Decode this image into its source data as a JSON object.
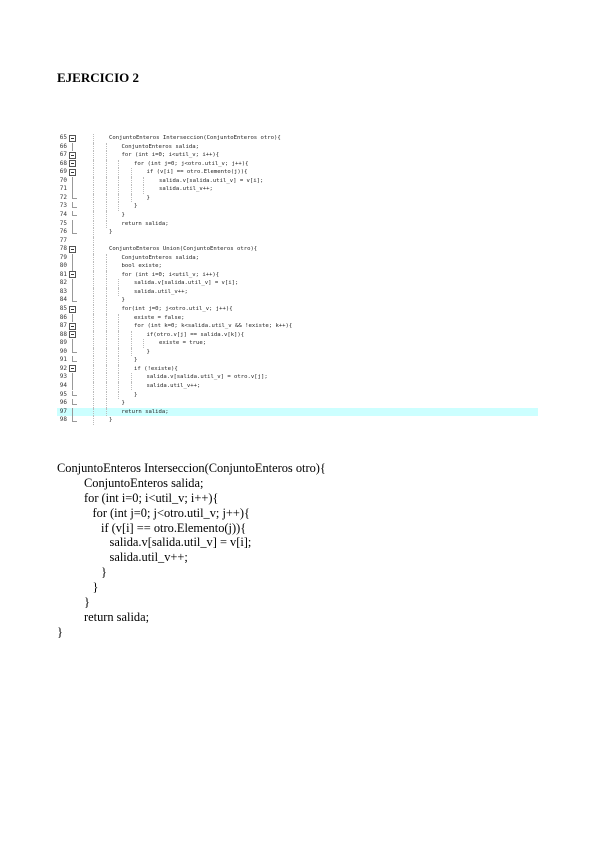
{
  "heading": "EJERCICIO 2",
  "screenshot_lines": [
    {
      "num": "65",
      "fold": "start",
      "indent": 1,
      "text": "ConjuntoEnteros Interseccion(ConjuntoEnteros otro){"
    },
    {
      "num": "66",
      "fold": "line",
      "indent": 2,
      "text": "ConjuntoEnteros salida;"
    },
    {
      "num": "67",
      "fold": "start",
      "indent": 2,
      "text": "for (int i=0; i<util_v; i++){"
    },
    {
      "num": "68",
      "fold": "start",
      "indent": 3,
      "text": "for (int j=0; j<otro.util_v; j++){"
    },
    {
      "num": "69",
      "fold": "start",
      "indent": 4,
      "text": "if (v[i] == otro.Elemento(j)){"
    },
    {
      "num": "70",
      "fold": "line",
      "indent": 5,
      "text": "salida.v[salida.util_v] = v[i];"
    },
    {
      "num": "71",
      "fold": "line",
      "indent": 5,
      "text": "salida.util_v++;"
    },
    {
      "num": "72",
      "fold": "end",
      "indent": 4,
      "text": "}"
    },
    {
      "num": "73",
      "fold": "end",
      "indent": 3,
      "text": "}"
    },
    {
      "num": "74",
      "fold": "end",
      "indent": 2,
      "text": "}"
    },
    {
      "num": "75",
      "fold": "line",
      "indent": 2,
      "text": "return salida;"
    },
    {
      "num": "76",
      "fold": "end",
      "indent": 1,
      "text": "}"
    },
    {
      "num": "77",
      "fold": "none",
      "indent": 1,
      "text": ""
    },
    {
      "num": "78",
      "fold": "start",
      "indent": 1,
      "text": "ConjuntoEnteros Union(ConjuntoEnteros otro){"
    },
    {
      "num": "79",
      "fold": "line",
      "indent": 2,
      "text": "ConjuntoEnteros salida;"
    },
    {
      "num": "80",
      "fold": "line",
      "indent": 2,
      "text": "bool existe;"
    },
    {
      "num": "81",
      "fold": "start",
      "indent": 2,
      "text": "for (int i=0; i<util_v; i++){"
    },
    {
      "num": "82",
      "fold": "line",
      "indent": 3,
      "text": "salida.v[salida.util_v] = v[i];"
    },
    {
      "num": "83",
      "fold": "line",
      "indent": 3,
      "text": "salida.util_v++;"
    },
    {
      "num": "84",
      "fold": "end",
      "indent": 2,
      "text": "}"
    },
    {
      "num": "85",
      "fold": "start",
      "indent": 2,
      "text": "for(int j=0; j<otro.util_v; j++){"
    },
    {
      "num": "86",
      "fold": "line",
      "indent": 3,
      "text": "existe = false;"
    },
    {
      "num": "87",
      "fold": "start",
      "indent": 3,
      "text": "for (int k=0; k<salida.util_v && !existe; k++){"
    },
    {
      "num": "88",
      "fold": "start",
      "indent": 4,
      "text": "if(otro.v[j] == salida.v[k]){"
    },
    {
      "num": "89",
      "fold": "line",
      "indent": 5,
      "text": "existe = true;"
    },
    {
      "num": "90",
      "fold": "end",
      "indent": 4,
      "text": "}"
    },
    {
      "num": "91",
      "fold": "end",
      "indent": 3,
      "text": "}"
    },
    {
      "num": "92",
      "fold": "start",
      "indent": 3,
      "text": "if (!existe){"
    },
    {
      "num": "93",
      "fold": "line",
      "indent": 4,
      "text": "salida.v[salida.util_v] = otro.v[j];"
    },
    {
      "num": "94",
      "fold": "line",
      "indent": 4,
      "text": "salida.util_v++;"
    },
    {
      "num": "95",
      "fold": "end",
      "indent": 3,
      "text": "}"
    },
    {
      "num": "96",
      "fold": "end",
      "indent": 2,
      "text": "}"
    },
    {
      "num": "97",
      "fold": "line",
      "indent": 2,
      "text": "return salida;",
      "highlight": true
    },
    {
      "num": "98",
      "fold": "end",
      "indent": 1,
      "text": "}"
    }
  ],
  "body_lines": [
    {
      "indent": 0,
      "text": "ConjuntoEnteros Interseccion(ConjuntoEnteros otro){"
    },
    {
      "indent": 1,
      "text": "ConjuntoEnteros salida;"
    },
    {
      "indent": 1,
      "text": "for (int i=0; i<util_v; i++){"
    },
    {
      "indent": 2,
      "text": "for (int j=0; j<otro.util_v; j++){"
    },
    {
      "indent": 3,
      "text": "if (v[i] == otro.Elemento(j)){"
    },
    {
      "indent": 4,
      "text": "salida.v[salida.util_v] = v[i];"
    },
    {
      "indent": 4,
      "text": "salida.util_v++;"
    },
    {
      "indent": 3,
      "text": "}"
    },
    {
      "indent": 2,
      "text": "}"
    },
    {
      "indent": 1,
      "text": "}"
    },
    {
      "indent": 1,
      "text": "return salida;"
    },
    {
      "indent": 0,
      "text": "}"
    }
  ]
}
